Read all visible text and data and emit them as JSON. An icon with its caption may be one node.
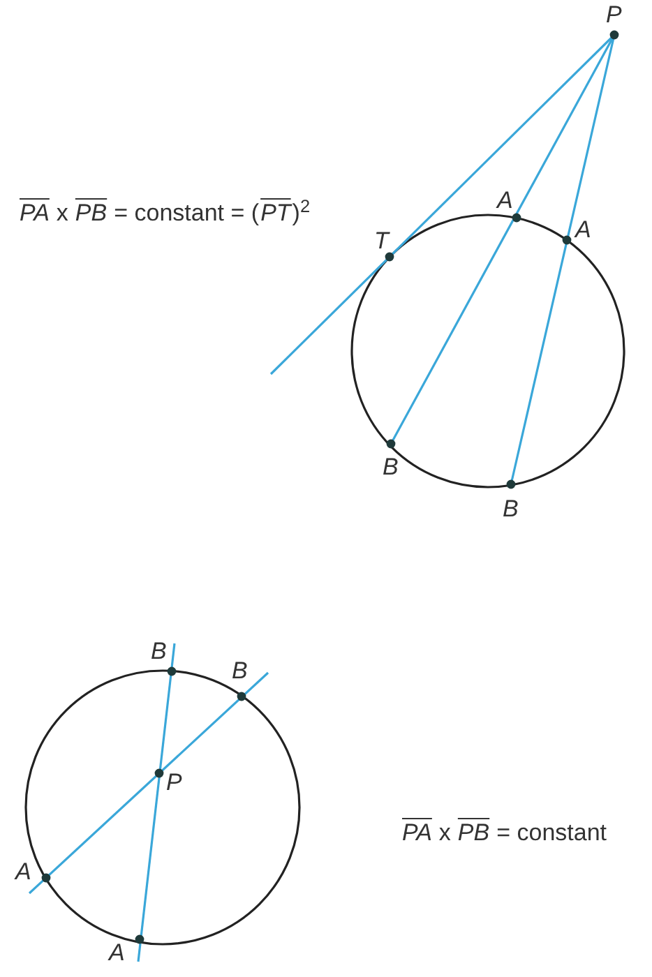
{
  "diagram": {
    "labels": [
      "P",
      "A",
      "PA",
      "x",
      "PB",
      "= constant = (",
      "PT",
      ")$^{2}$",
      "A",
      "T",
      "B",
      "B",
      "B",
      "B",
      "P",
      "PA",
      "x",
      "PB",
      "= constant",
      "A",
      "A"
    ]
  }
}
